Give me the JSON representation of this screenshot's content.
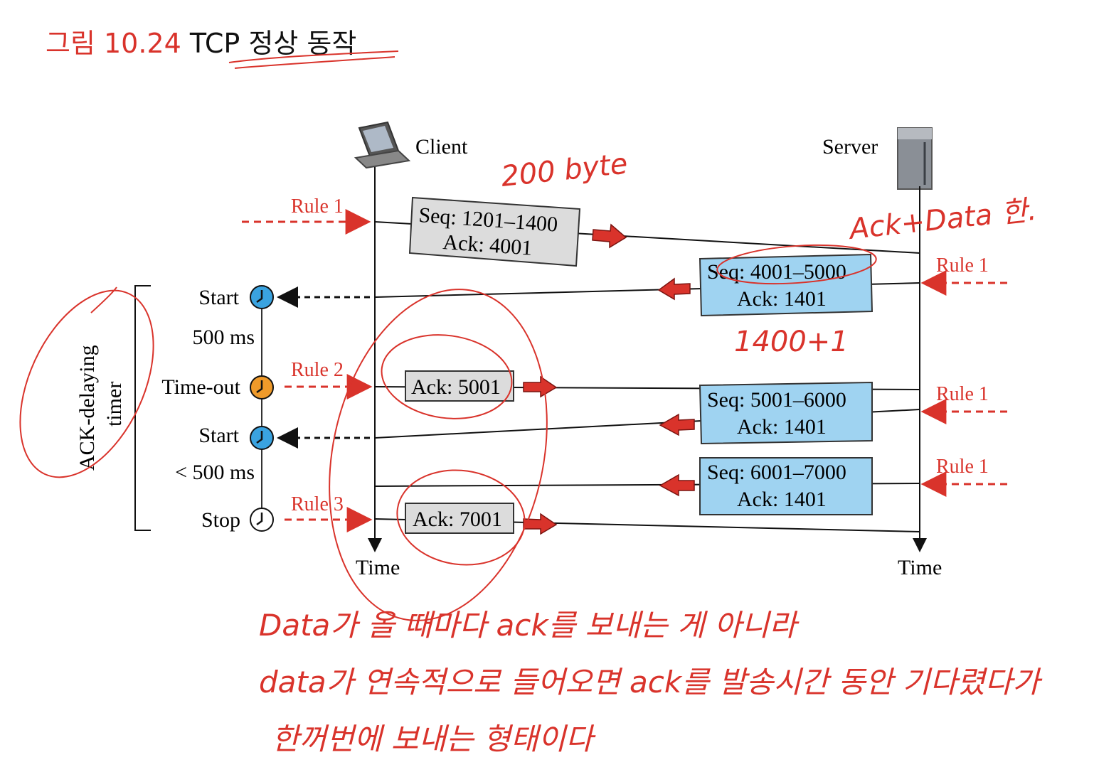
{
  "title": {
    "prefix": "그림 10.24",
    "text": "TCP",
    "korean": "정상 동작"
  },
  "labels": {
    "client": "Client",
    "server": "Server",
    "time_left": "Time",
    "time_right": "Time",
    "timer": "ACK-delaying",
    "timer2": "timer",
    "start1": "Start",
    "ms500": "500 ms",
    "timeout": "Time-out",
    "start2": "Start",
    "lt500": "< 500 ms",
    "stop": "Stop"
  },
  "rules": {
    "left1": "Rule 1",
    "left2": "Rule 2",
    "left3": "Rule 3",
    "right1": "Rule 1",
    "right2": "Rule 1",
    "right3": "Rule 1"
  },
  "segments": {
    "s1_seq": "Seq: 1201–1400",
    "s1_ack": "Ack: 4001",
    "s2_seq": "Seq: 4001–5000",
    "s2_ack": "Ack: 1401",
    "s3_ack": "Ack: 5001",
    "s4_seq": "Seq: 5001–6000",
    "s4_ack": "Ack: 1401",
    "s5_seq": "Seq: 6001–7000",
    "s5_ack": "Ack: 1401",
    "s6_ack": "Ack: 7001"
  },
  "annotations": {
    "a1": "200 byte",
    "a2": "Ack+Data 한.",
    "a3": "1400+1",
    "line1": "Data가 올 때마다 ack를 보내는 게 아니라",
    "line2": "data가 연속적으로 들어오면 ack를 발송시간 동안 기다렸다가",
    "line3": "한꺼번에 보내는 형태이다"
  },
  "colors": {
    "red": "#d9332b",
    "blue_box": "#9fd3f1",
    "gray_box": "#dcdcdc",
    "clock_blue": "#3aa3e0",
    "clock_orange": "#ef9a2a"
  }
}
